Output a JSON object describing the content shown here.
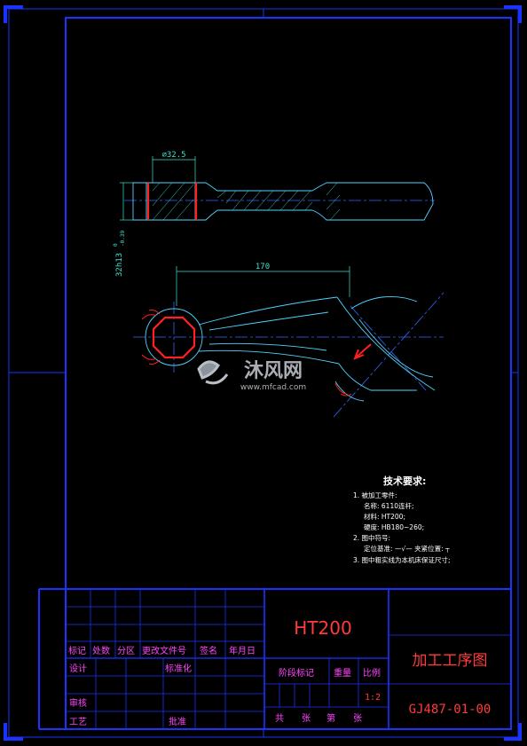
{
  "colors": {
    "background": "#000000",
    "frame": "#1a33ff",
    "outline": "#4fd3ff",
    "cut": "#ff2020",
    "dim": "#3ee0d0",
    "center": "#3366ff",
    "title_block_text": "#ff44ff",
    "title_main": "#ff3b3b",
    "notes_text": "#ffffff"
  },
  "dimensions": {
    "diameter": "⌀32.5",
    "length": "170",
    "tolerance_main": "32h13",
    "tolerance_upper": "0",
    "tolerance_lower": "-0.39"
  },
  "watermark": {
    "brand": "沐风网",
    "url": "www.mfcad.com"
  },
  "tech_requirements": {
    "title": "技术要求:",
    "lines": [
      "1. 被加工零件:",
      "名称: 6110连杆;",
      "材料: HT200;",
      "硬度: HB180~260;",
      "2. 图中符号:",
      "定位基准: —√—  夹紧位置: ┬",
      "3. 图中粗实线为本机床保证尺寸;"
    ]
  },
  "title_block": {
    "material": "HT200",
    "drawing_title": "加工工序图",
    "drawing_number": "GJ487-01-00",
    "headers": [
      "标记",
      "处数",
      "分区",
      "更改文件号",
      "签名",
      "年月日"
    ],
    "design": "设计",
    "standardization": "标准化",
    "stage_mark": "阶段标记",
    "weight": "重量",
    "scale_label": "比例",
    "scale_value": "1:2",
    "review": "审核",
    "process": "工艺",
    "approve": "批准",
    "sheets_total": "共",
    "sheets_zhang1": "张",
    "sheets_no": "第",
    "sheets_zhang2": "张"
  }
}
